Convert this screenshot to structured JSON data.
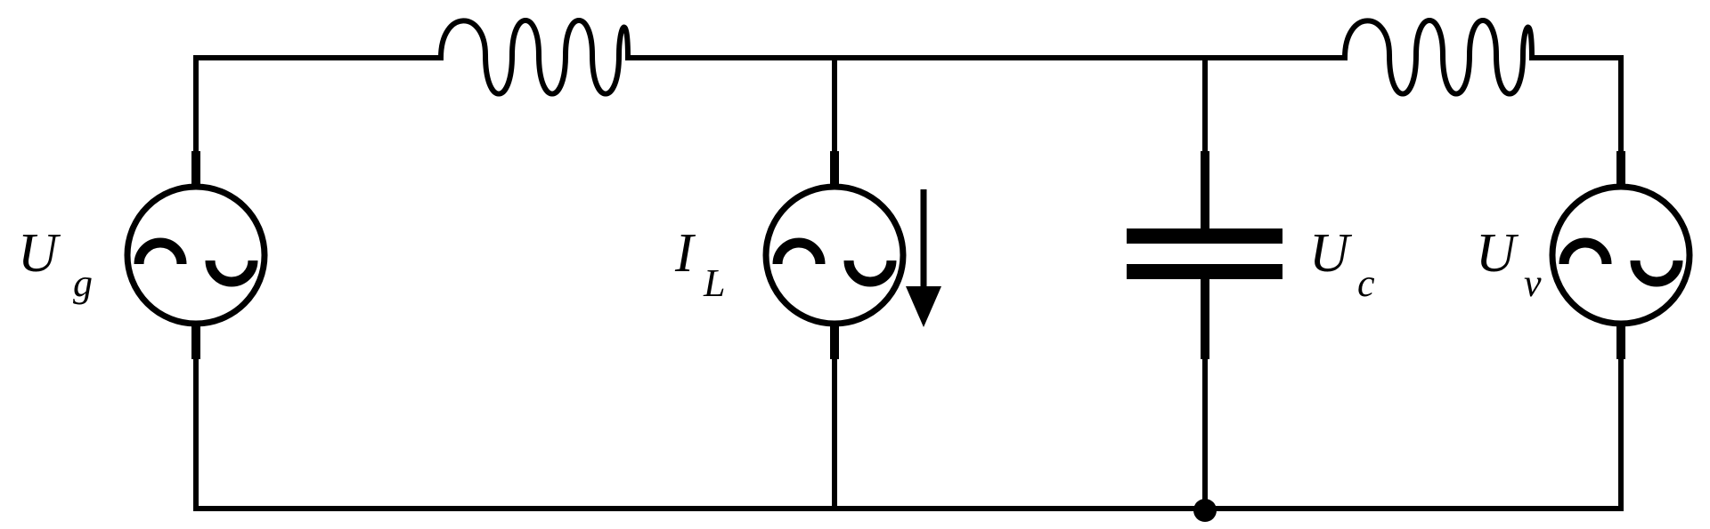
{
  "diagram": {
    "labels": {
      "grid_source": {
        "main": "U",
        "sub": "g"
      },
      "load_current": {
        "main": "I",
        "sub": "L"
      },
      "capacitor_voltage": {
        "main": "U",
        "sub": "c"
      },
      "converter_source": {
        "main": "U",
        "sub": "v"
      }
    },
    "icons": {
      "ac_source": "ac-source-icon",
      "current_source": "ac-current-source-icon",
      "inductor": "inductor-icon",
      "capacitor": "capacitor-icon",
      "arrow": "arrow-down-icon",
      "node": "junction-dot-icon"
    },
    "colors": {
      "stroke": "#000000",
      "background": "#ffffff"
    }
  }
}
